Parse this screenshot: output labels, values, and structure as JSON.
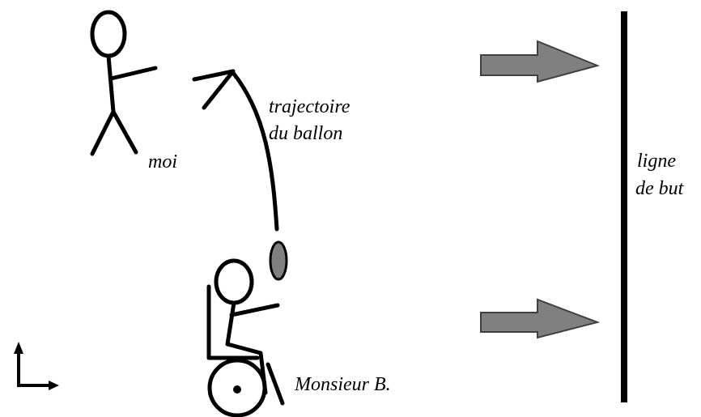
{
  "labels": {
    "me": "moi",
    "trajectory_line1": "trajectoire",
    "trajectory_line2": "du ballon",
    "goal_line1": "ligne",
    "goal_line2": "de but",
    "player": "Monsieur B."
  },
  "colors": {
    "stroke": "#000000",
    "ball_fill": "#808080",
    "arrow_fill": "#808080",
    "arrow_stroke": "#404040",
    "background": "#ffffff"
  },
  "icons": {
    "direction_arrows": "block-arrow-right",
    "axis_indicator": "corner-axis-up-right"
  }
}
